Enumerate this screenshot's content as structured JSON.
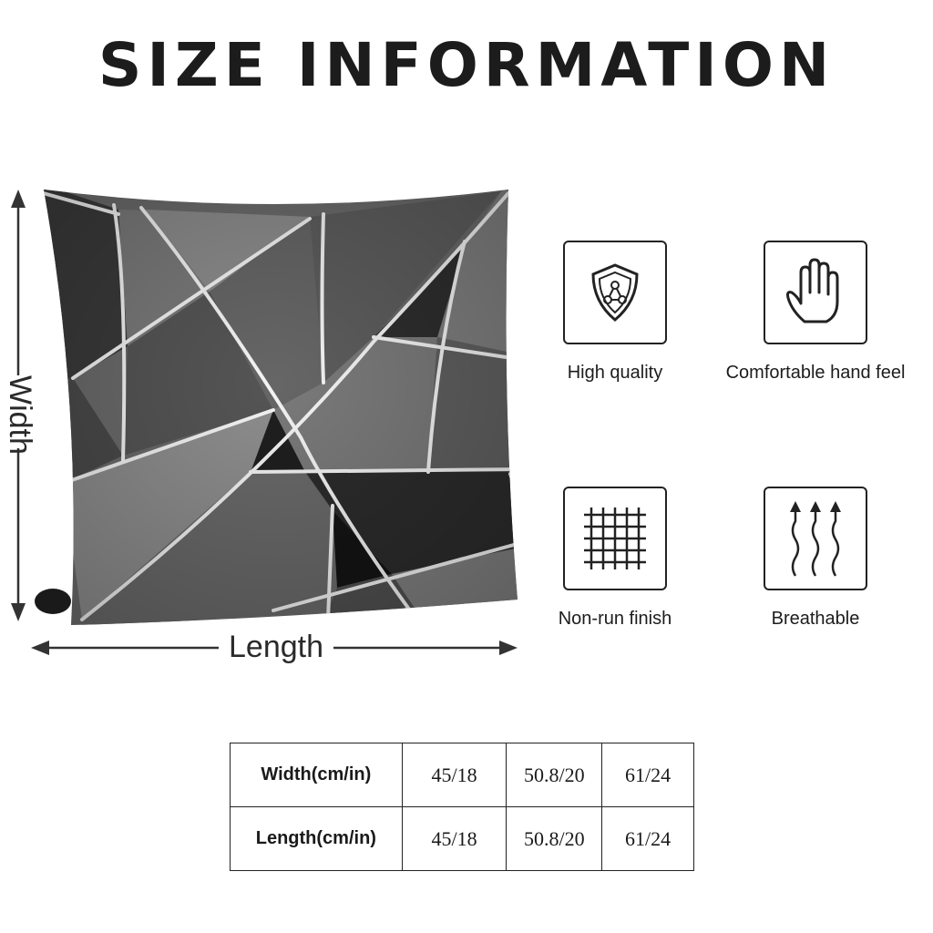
{
  "title": "SIZE INFORMATION",
  "dimensions": {
    "width_label": "Width",
    "length_label": "Length"
  },
  "features": [
    {
      "icon": "shield-icon",
      "label": "High quality"
    },
    {
      "icon": "hand-icon",
      "label": "Comfortable hand feel"
    },
    {
      "icon": "grid-icon",
      "label": "Non-run finish"
    },
    {
      "icon": "breathable-arrows-icon",
      "label": "Breathable"
    }
  ],
  "size_table": {
    "rows": [
      {
        "label": "Width(cm/in)",
        "values": [
          "45/18",
          "50.8/20",
          "61/24"
        ]
      },
      {
        "label": "Length(cm/in)",
        "values": [
          "45/18",
          "50.8/20",
          "61/24"
        ]
      }
    ]
  },
  "colors": {
    "pillow_dark": "#2f2f2f",
    "pillow_mid": "#5e5e5e",
    "pillow_light": "#8a8a8a",
    "pillow_lines": "#f4f4f4"
  }
}
